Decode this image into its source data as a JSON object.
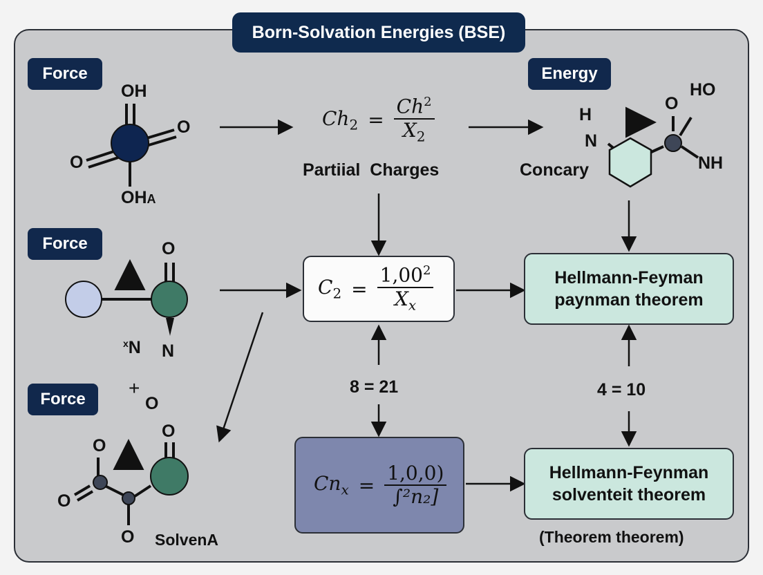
{
  "title": "Born-Solvation Energies (BSE)",
  "badges": {
    "force_1": "Force",
    "force_2": "Force",
    "force_3": "Force",
    "energy": "Energy"
  },
  "molecule_1": {
    "oh_top": "OH",
    "o_right": "O",
    "o_left": "O",
    "oh_bottom": "OH",
    "oh_bottom_suffix": "A"
  },
  "molecule_2": {
    "o_top": "O",
    "n_left": "N",
    "n_left_prefix": "x",
    "n_right": "N"
  },
  "molecule_3": {
    "plus": "+",
    "o_plus": "O",
    "o_top_left": "O",
    "o_top_right": "O",
    "o_left": "O",
    "o_bottom": "O",
    "caption": "SolvenA"
  },
  "energy_molecule": {
    "h": "H",
    "n": "N",
    "o": "O",
    "ho": "HO",
    "nh": "NH",
    "caption": "Concary"
  },
  "formula_top": {
    "lhs": "Ch",
    "lhs_sub": "2",
    "numerator": "Ch",
    "numerator_sup": "2",
    "denominator": "X",
    "denominator_sub": "2",
    "caption": "Partiial  Charges"
  },
  "formula_center": {
    "lhs": "C",
    "lhs_sub": "2",
    "numerator": "1,00",
    "numerator_sup": "2",
    "denominator": "X",
    "denominator_sub": "x"
  },
  "formula_bottom": {
    "lhs": "Cn",
    "lhs_sub": "x",
    "numerator": "1,0,0)",
    "denominator": "∫²n₂]"
  },
  "eq_left": "8 = 21",
  "eq_right": "4 = 10",
  "theorem_top": {
    "line1": "Hellmann-Feyman",
    "line2": "paynman theorem"
  },
  "theorem_bottom": {
    "line1": "Hellmann-Feynman",
    "line2": "solventeit theorem"
  },
  "theorem_caption": "(Theorem theorem)",
  "colors": {
    "panel": "#c9cacc",
    "badge": "#11284c",
    "atom_navy": "#0e2550",
    "atom_green": "#3f7a66",
    "atom_light": "#c3cde8",
    "atom_gray": "#3e4657",
    "hexagon": "#cbe7de",
    "formula_box_blue": "#7e87ad",
    "theorem_box": "#cbe7de"
  }
}
